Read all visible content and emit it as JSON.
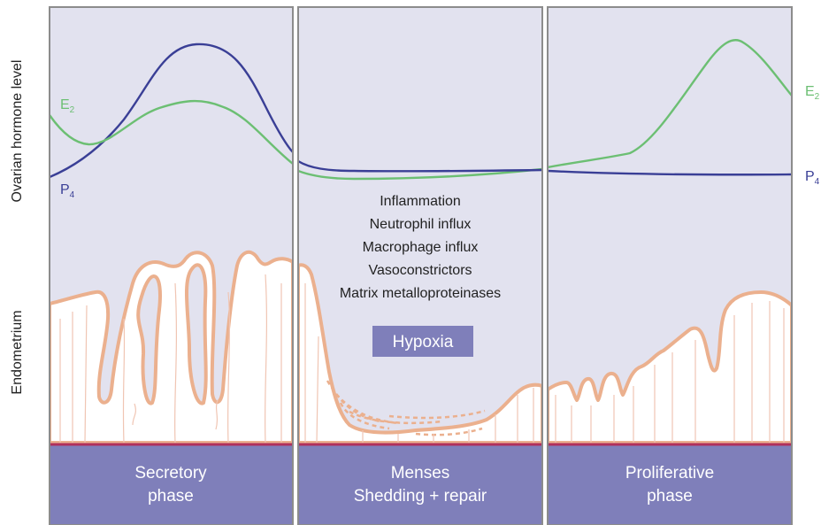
{
  "y_axis_labels": {
    "hormone": "Ovarian hormone level",
    "endometrium": "Endometrium"
  },
  "hormones": {
    "e2": {
      "base": "E",
      "sub": "2",
      "color": "#6cbf73"
    },
    "p4": {
      "base": "P",
      "sub": "4",
      "color": "#3a3f96"
    }
  },
  "processes": [
    "Inflammation",
    "Neutrophil influx",
    "Macrophage influx",
    "Vasoconstrictors",
    "Matrix metalloproteinases"
  ],
  "hypoxia_label": "Hypoxia",
  "phases": [
    {
      "line1": "Secretory",
      "line2": "phase"
    },
    {
      "line1": "Menses",
      "line2": "Shedding + repair"
    },
    {
      "line1": "Proliferative",
      "line2": "phase"
    }
  ],
  "colors": {
    "panel_bg": "#e2e2ef",
    "panel_border": "#8c8c8c",
    "phase_band": "#7f7fba",
    "basal_line": "#b0305c",
    "endometrium_outline": "#ebb08e",
    "endometrium_fill": "#ffffff",
    "hypoxia_box": "#7f7fba"
  }
}
